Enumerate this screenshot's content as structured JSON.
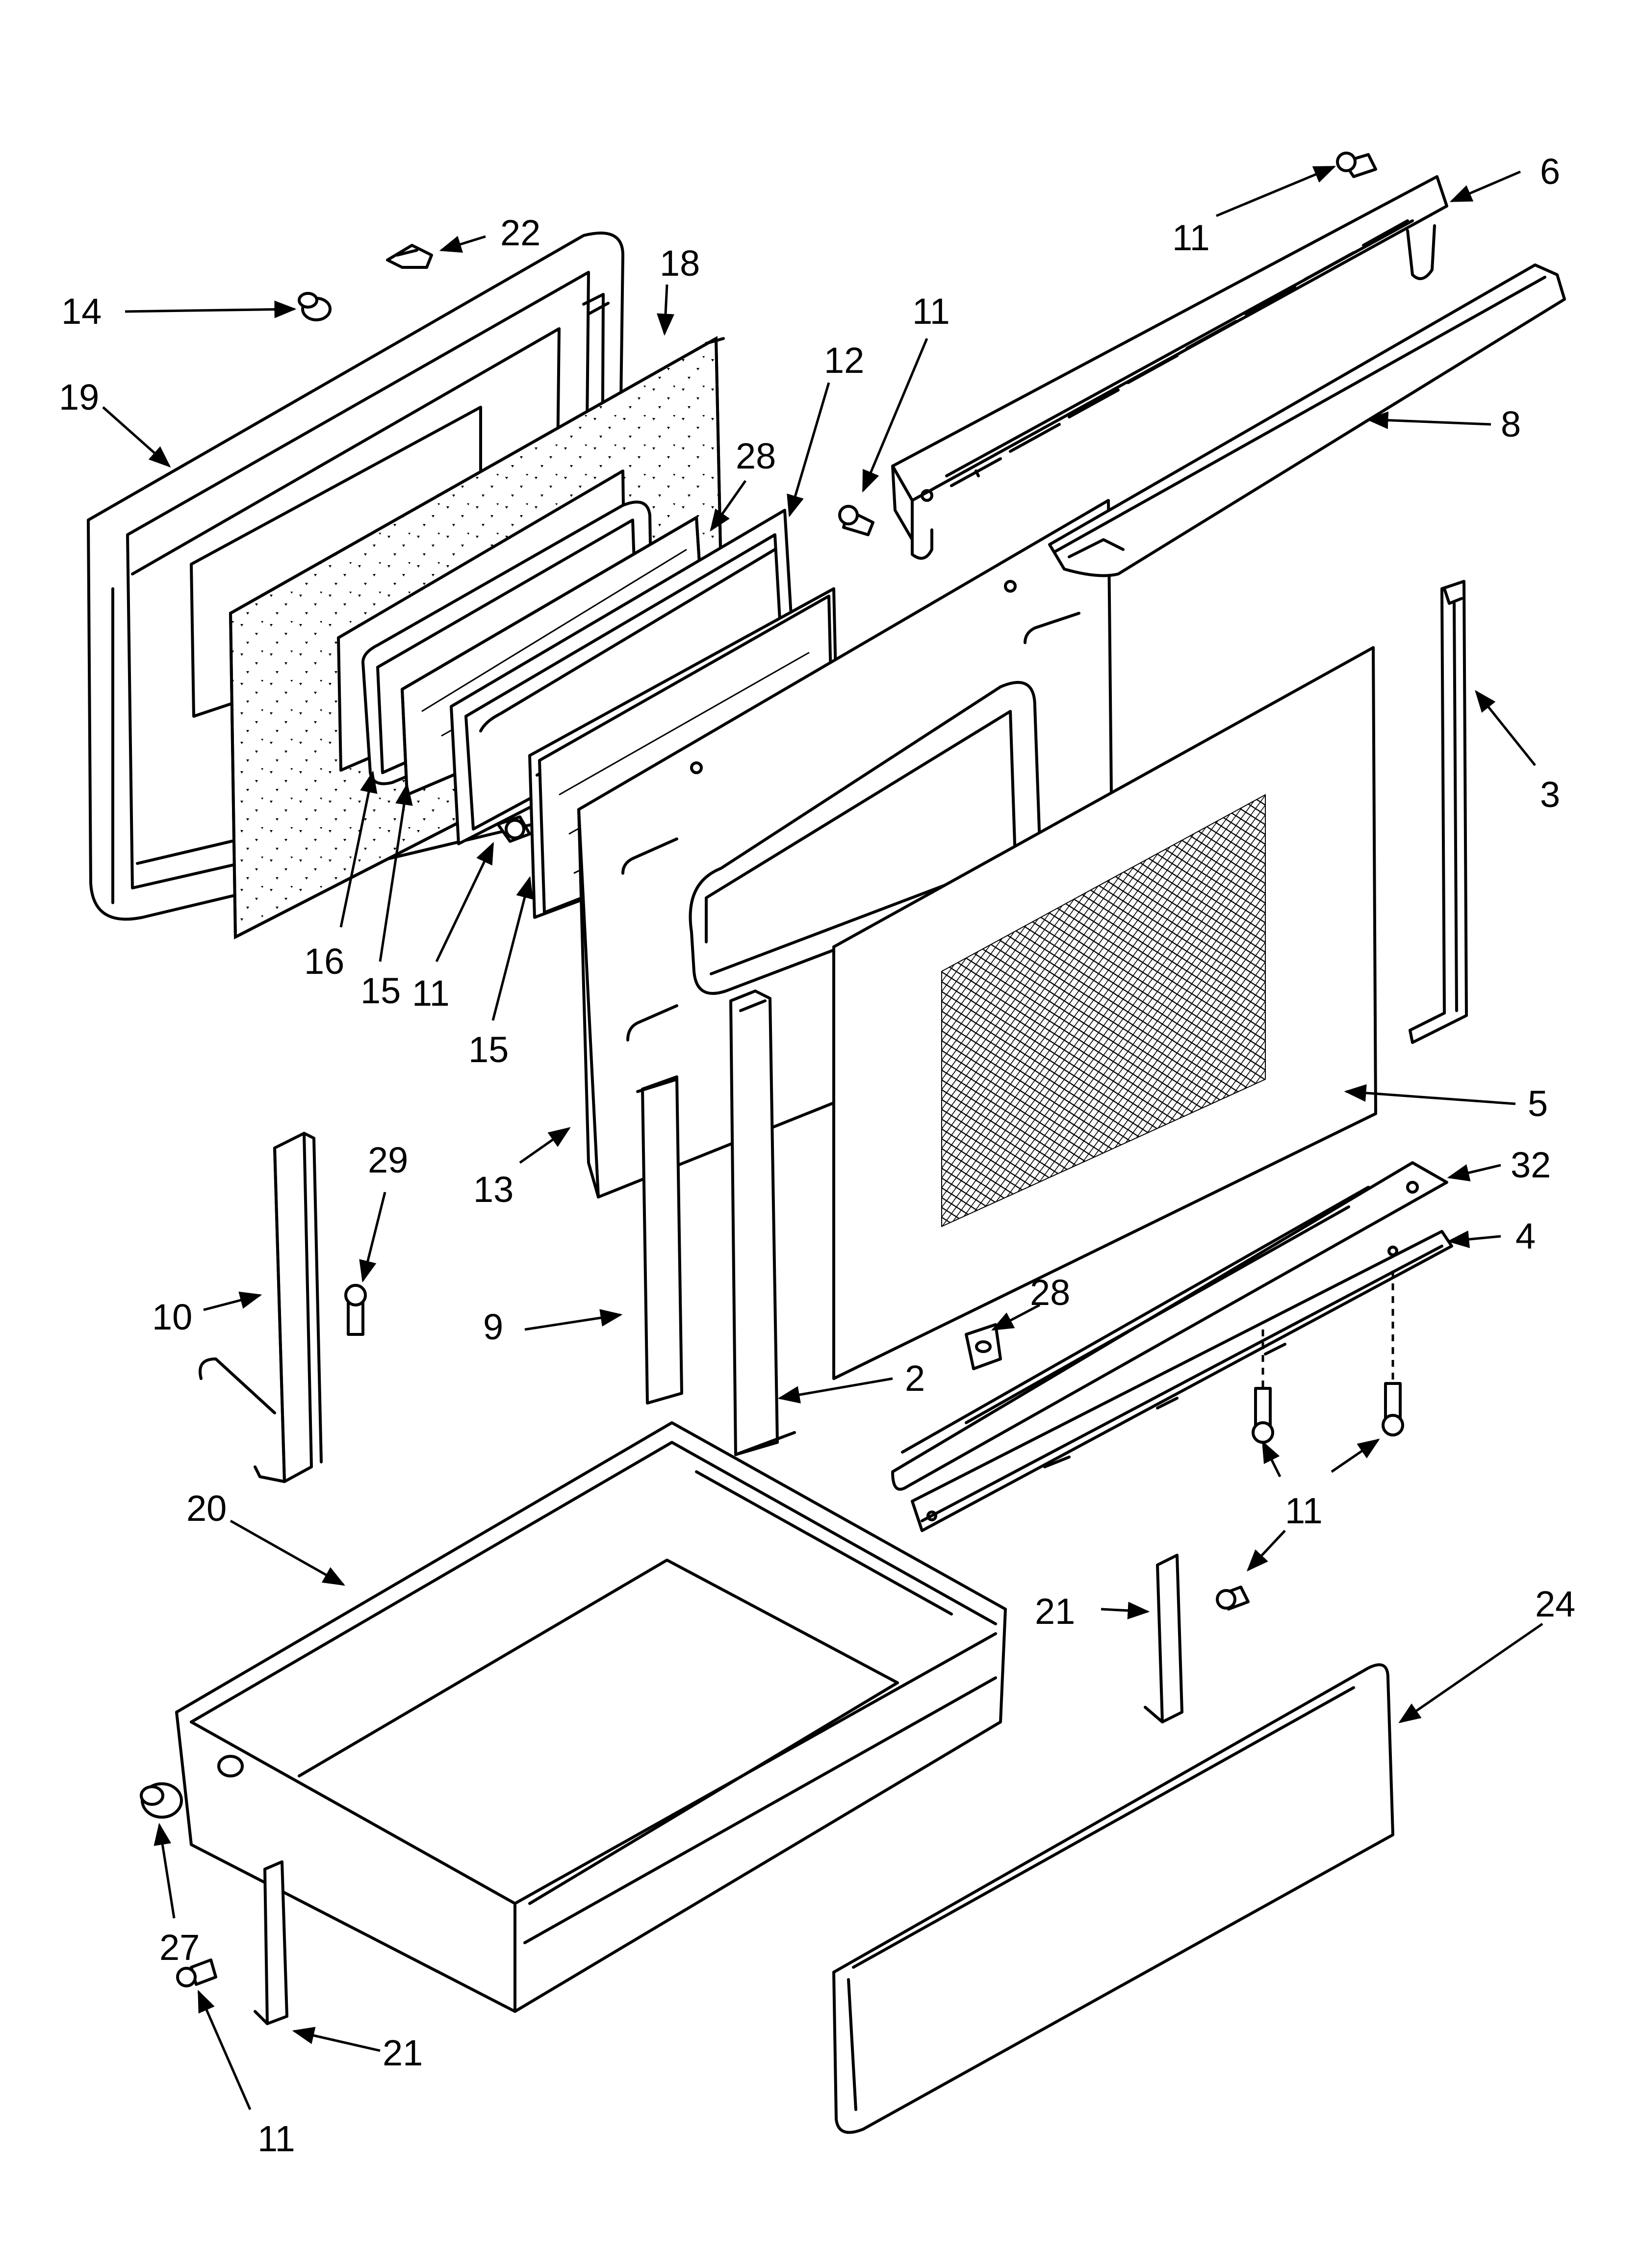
{
  "callouts": [
    {
      "id": "c22",
      "text": "22"
    },
    {
      "id": "c18",
      "text": "18"
    },
    {
      "id": "c14",
      "text": "14"
    },
    {
      "id": "c19",
      "text": "19"
    },
    {
      "id": "c11a",
      "text": "11"
    },
    {
      "id": "c6",
      "text": "6"
    },
    {
      "id": "c11b",
      "text": "11"
    },
    {
      "id": "c12",
      "text": "12"
    },
    {
      "id": "c8",
      "text": "8"
    },
    {
      "id": "c28a",
      "text": "28"
    },
    {
      "id": "c3",
      "text": "3"
    },
    {
      "id": "c16",
      "text": "16"
    },
    {
      "id": "c15a",
      "text": "15"
    },
    {
      "id": "c11c",
      "text": "11"
    },
    {
      "id": "c15b",
      "text": "15"
    },
    {
      "id": "c5",
      "text": "5"
    },
    {
      "id": "c29",
      "text": "29"
    },
    {
      "id": "c13",
      "text": "13"
    },
    {
      "id": "c32",
      "text": "32"
    },
    {
      "id": "c4",
      "text": "4"
    },
    {
      "id": "c10",
      "text": "10"
    },
    {
      "id": "c9",
      "text": "9"
    },
    {
      "id": "c28b",
      "text": "28"
    },
    {
      "id": "c2",
      "text": "2"
    },
    {
      "id": "c20",
      "text": "20"
    },
    {
      "id": "c11d",
      "text": "11"
    },
    {
      "id": "c21a",
      "text": "21"
    },
    {
      "id": "c24",
      "text": "24"
    },
    {
      "id": "c27",
      "text": "27"
    },
    {
      "id": "c21b",
      "text": "21"
    },
    {
      "id": "c11e",
      "text": "11"
    }
  ]
}
